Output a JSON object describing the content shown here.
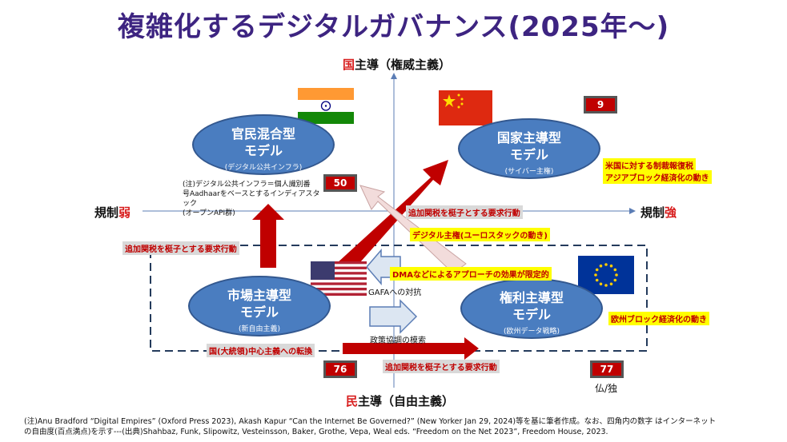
{
  "title": "複雑化するデジタルガバナンス(2025年〜)",
  "axes": {
    "top_prefix": "国",
    "top_rest": "主導（権威主義）",
    "bottom_prefix": "民",
    "bottom_rest": "主導（自由主義）",
    "left_prefix": "規制",
    "left_suffix": "弱",
    "right_prefix": "規制",
    "right_suffix": "強"
  },
  "models": {
    "hybrid": {
      "line1": "官民混合型",
      "line2": "モデル",
      "sub": "(デジタル公共インフラ)"
    },
    "state": {
      "line1": "国家主導型",
      "line2": "モデル",
      "sub": "(サイバー主権)"
    },
    "market": {
      "line1": "市場主導型",
      "line2": "モデル",
      "sub": "(新自由主義)"
    },
    "rights": {
      "line1": "権利主導型",
      "line2": "モデル",
      "sub": "(欧州データ戦略)"
    }
  },
  "scores": {
    "india": "50",
    "china": "9",
    "usa": "76",
    "eu": "77"
  },
  "notes": {
    "dpi_line1": "(注)デジタル公共インフラ＝個人識別番",
    "dpi_line2": "号Aadhaarをベースとするインディアスタック",
    "dpi_line3": "(オープンAPI群)"
  },
  "labels": {
    "tariff_top": "追加関税を梃子とする要求行動",
    "tariff_left": "追加関税を梃子とする要求行動",
    "tariff_bottom": "追加関税を梃子とする要求行動",
    "digital_sovereignty": "デジタル主権(ユーロスタックの動き)",
    "dma": "DMAなどによるアプローチの効果が限定的",
    "gafa": "GAFAへの対抗",
    "policy": "政策協調の模索",
    "usa_shift": "国(大統領)中心主義への転換",
    "china_note1": "米国に対する制裁報復税",
    "china_note2": "アジアブロック経済化の動き",
    "eu_note": "欧州ブロック経済化の動き",
    "france_germany": "仏/独"
  },
  "footnote": {
    "line1": "(注)Anu Bradford “Digital Empires” (Oxford Press 2023), Akash Kapur “Can the Internet Be Governed?” (New Yorker Jan 29, 2024)等を基に筆者作成。なお、四角内の数字 はインターネット",
    "line2": "の自由度(百点満点)を示す---(出典)Shahbaz, Funk, Slipowitz, Vesteinsson, Baker, Grothe, Vepa, Weal eds. “Freedom on the Net 2023”, Freedom House, 2023."
  },
  "colors": {
    "title": "#3d2481",
    "ellipse": "#4a7dc0",
    "arrow_red": "#c00000",
    "highlight_yellow": "#ffff00",
    "highlight_gray": "#d9d9d9"
  }
}
